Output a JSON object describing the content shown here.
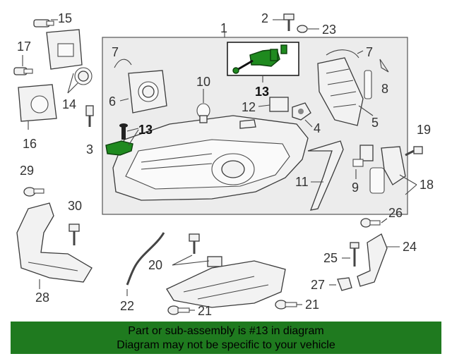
{
  "callouts": {
    "c1": "1",
    "c2": "2",
    "c3": "3",
    "c4": "4",
    "c5": "5",
    "c6": "6",
    "c7a": "7",
    "c7b": "7",
    "c8": "8",
    "c9": "9",
    "c10": "10",
    "c11": "11",
    "c12": "12",
    "c13a": "13",
    "c13b": "13",
    "c14": "14",
    "c15": "15",
    "c16": "16",
    "c17": "17",
    "c18": "18",
    "c19": "19",
    "c20": "20",
    "c21a": "21",
    "c21b": "21",
    "c22": "22",
    "c23": "23",
    "c24": "24",
    "c25": "25",
    "c26": "26",
    "c27": "27",
    "c28": "28",
    "c29": "29",
    "c30": "30"
  },
  "highlight_part": "13",
  "colors": {
    "highlight": "#1f8a1f",
    "banner": "#1f7a1f",
    "box_fill": "#ececec"
  },
  "banner": {
    "line1": "Part or sub-assembly is #13 in diagram",
    "line2": "Diagram may not be specific to your vehicle"
  }
}
